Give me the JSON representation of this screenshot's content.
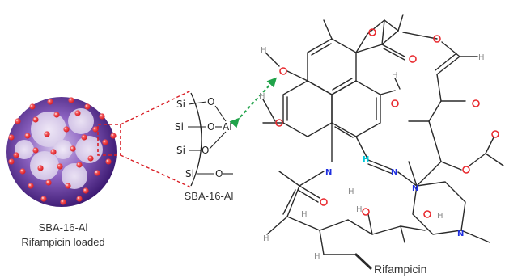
{
  "captions": {
    "particle_line1": "SBA-16-Al",
    "particle_line2": "Rifampicin loaded",
    "pore": "SBA-16-Al",
    "drug": "Rifampicin"
  },
  "atoms": {
    "silicon": "Si",
    "oxygen": "O",
    "aluminum": "Al",
    "hydrogen": "H",
    "nitrogen": "N"
  },
  "colors": {
    "particle_center": "#c9b6e4",
    "particle_mid": "#7a4fb0",
    "particle_edge": "#3a1670",
    "drug_dot": "#e8282d",
    "callout_dash": "#d91f26",
    "hbond_arrow": "#21a34a",
    "oxygen_atom": "#e8282d",
    "nitrogen_atom": "#1f2fe0",
    "hydrogen_atom": "#8a8a8a",
    "imine_hydrogen": "#00c8d8",
    "bond": "#2a2a2a"
  }
}
